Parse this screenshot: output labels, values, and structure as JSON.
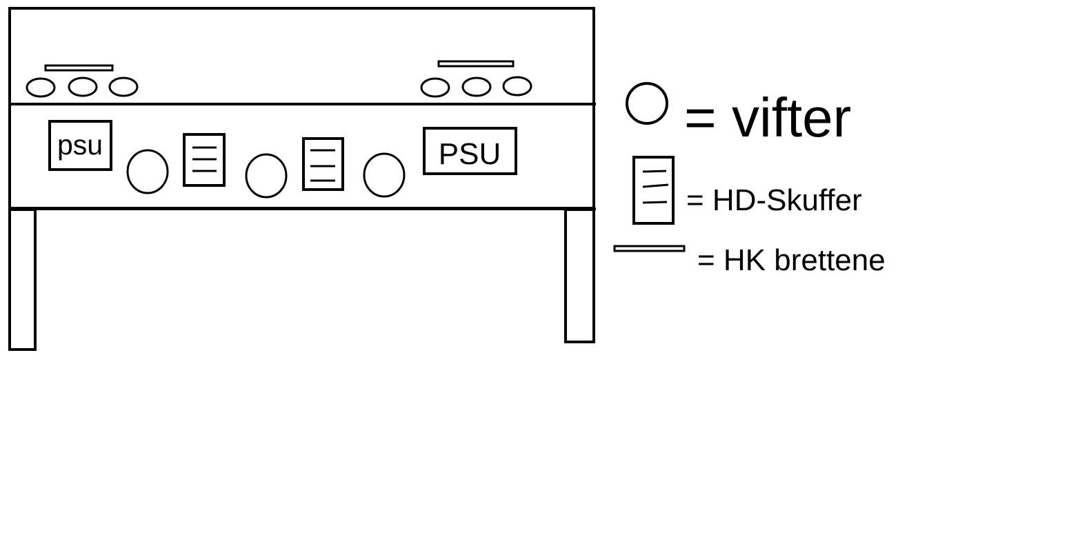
{
  "diagram": {
    "psu_left_label": "psu",
    "psu_right_label": "PSU"
  },
  "legend": {
    "fan_text": "= vifter",
    "hd_text": "= HD-Skuffer",
    "board_text": "= HK brettene"
  },
  "colors": {
    "stroke": "#000000",
    "background": "#ffffff"
  }
}
